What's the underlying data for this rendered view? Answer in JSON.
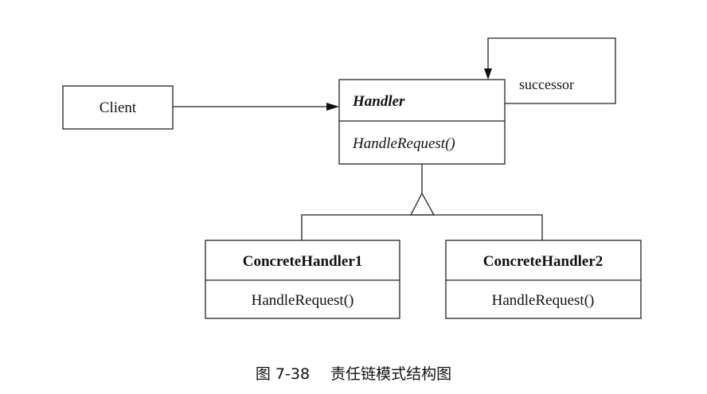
{
  "diagram": {
    "client": {
      "name": "Client"
    },
    "handler": {
      "name": "Handler",
      "operation": "HandleRequest()"
    },
    "successor_label": "successor",
    "concrete_handlers": [
      {
        "name": "ConcreteHandler1",
        "operation": "HandleRequest()"
      },
      {
        "name": "ConcreteHandler2",
        "operation": "HandleRequest()"
      }
    ]
  },
  "caption": {
    "number": "图 7-38",
    "title": "责任链模式结构图"
  }
}
